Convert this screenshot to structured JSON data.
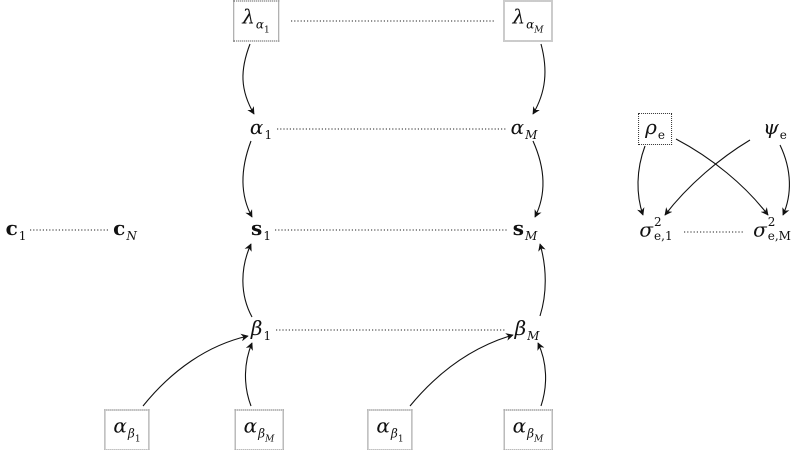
{
  "nodes": {
    "lambda_alpha_1": {
      "main": "λ",
      "sub_main": "α",
      "sub_sub": "1"
    },
    "lambda_alpha_M": {
      "main": "λ",
      "sub_main": "α",
      "sub_sub": "M"
    },
    "alpha_1": {
      "main": "α",
      "sub": "1"
    },
    "alpha_M": {
      "main": "α",
      "sub": "M"
    },
    "s_1": {
      "main": "s",
      "sub": "1"
    },
    "s_M": {
      "main": "s",
      "sub": "M"
    },
    "beta_1": {
      "main": "β",
      "sub": "1"
    },
    "beta_M": {
      "main": "β",
      "sub": "M"
    },
    "c_1": {
      "main": "c",
      "sub": "1"
    },
    "c_N": {
      "main": "c",
      "sub": "N"
    },
    "alpha_beta_1_a": {
      "main": "α",
      "sub_main": "β",
      "sub_sub": "1"
    },
    "alpha_beta_M_a": {
      "main": "α",
      "sub_main": "β",
      "sub_sub": "M"
    },
    "alpha_beta_1_b": {
      "main": "α",
      "sub_main": "β",
      "sub_sub": "1"
    },
    "alpha_beta_M_b": {
      "main": "α",
      "sub_main": "β",
      "sub_sub": "M"
    },
    "rho_e": {
      "main": "ρ",
      "sub": "e"
    },
    "psi_e": {
      "main": "ψ",
      "sub": "e"
    },
    "sigma_e_1": {
      "main": "σ",
      "sup": "2",
      "sub": "e,1"
    },
    "sigma_e_M": {
      "main": "σ",
      "sup": "2",
      "sub": "e,M"
    }
  }
}
